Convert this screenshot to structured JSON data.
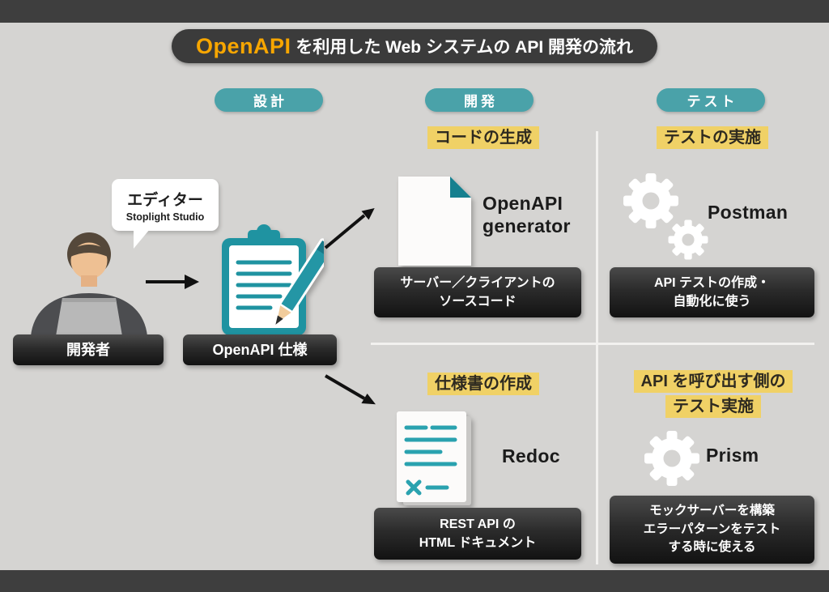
{
  "title": {
    "brand": "OpenAPI",
    "rest": " を利用した Web システムの API 開発の流れ"
  },
  "phases": [
    {
      "label": "設計"
    },
    {
      "label": "開発"
    },
    {
      "label": "テスト"
    }
  ],
  "design": {
    "bubble_title": "エディター",
    "bubble_subtitle": "Stoplight Studio",
    "developer_label": "開発者",
    "spec_label": "OpenAPI 仕様"
  },
  "codegen": {
    "heading": "コードの生成",
    "tool": "OpenAPI\ngenerator",
    "caption": "サーバー／クライアントの\nソースコード"
  },
  "test_run": {
    "heading": "テストの実施",
    "tool": "Postman",
    "caption": "API テストの作成・\n自動化に使う"
  },
  "docs": {
    "heading": "仕様書の作成",
    "tool": "Redoc",
    "caption": "REST API の\nHTML ドキュメント"
  },
  "mock": {
    "heading": "API を呼び出す側の\nテスト実施",
    "tool": "Prism",
    "caption": "モックサーバーを構築\nエラーパターンをテスト\nする時に使える"
  },
  "colors": {
    "accent_teal": "#4aa2a9",
    "brand_orange": "#f7a600",
    "highlight_yellow": "#f0d166",
    "frame_dark": "#3e3e3e",
    "canvas_gray": "#d5d4d2"
  }
}
